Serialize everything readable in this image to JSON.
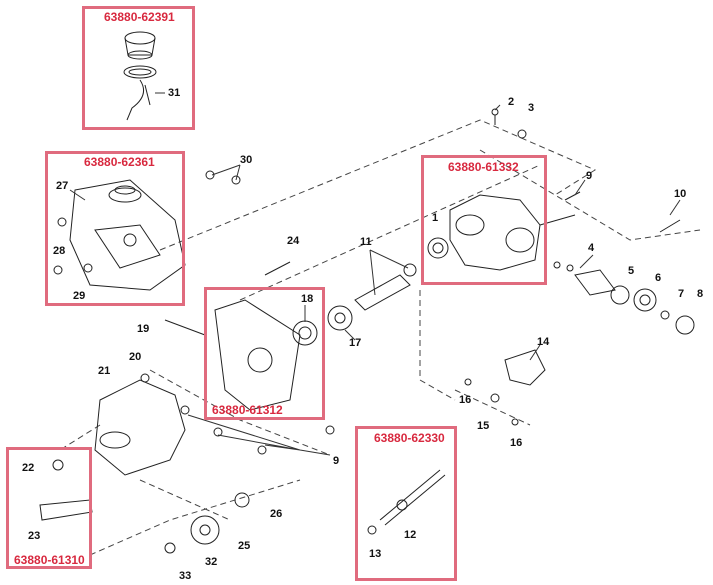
{
  "accent_color": "#e06b7e",
  "kit_text_color": "#d8293f",
  "kits": [
    {
      "id": "kit-1",
      "label": "63880-62391"
    },
    {
      "id": "kit-2",
      "label": "63880-62361"
    },
    {
      "id": "kit-3",
      "label": "63880-61332"
    },
    {
      "id": "kit-4",
      "label": "63880-61312"
    },
    {
      "id": "kit-5",
      "label": "63880-62330"
    },
    {
      "id": "kit-6",
      "label": "63880-61310"
    }
  ],
  "callouts": [
    "1",
    "2",
    "3",
    "4",
    "5",
    "6",
    "7",
    "8",
    "9",
    "9",
    "10",
    "11",
    "12",
    "13",
    "14",
    "15",
    "16",
    "16",
    "17",
    "18",
    "19",
    "20",
    "21",
    "22",
    "23",
    "24",
    "25",
    "26",
    "27",
    "28",
    "29",
    "30",
    "31",
    "32",
    "33"
  ]
}
